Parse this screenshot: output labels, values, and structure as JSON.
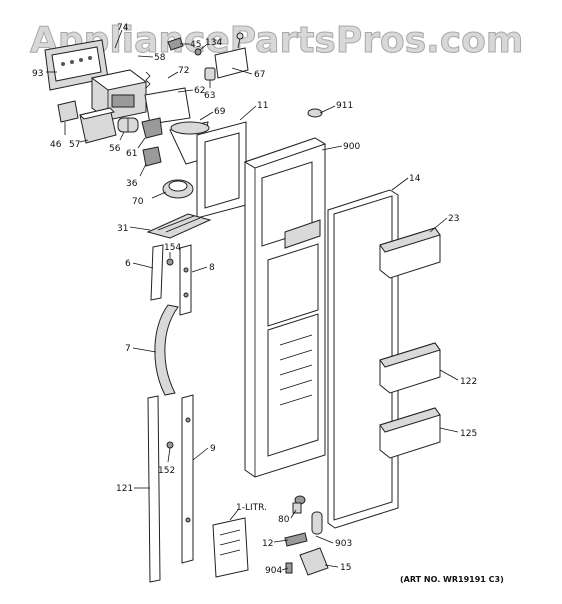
{
  "watermark": "AppliancePartsPros.com",
  "art_number": "(ART NO. WR19191 C3)",
  "callouts": [
    {
      "id": "c74",
      "text": "74"
    },
    {
      "id": "c45",
      "text": "45"
    },
    {
      "id": "c134",
      "text": "134"
    },
    {
      "id": "c58",
      "text": "58"
    },
    {
      "id": "c72",
      "text": "72"
    },
    {
      "id": "c67",
      "text": "67"
    },
    {
      "id": "c93",
      "text": "93"
    },
    {
      "id": "c62",
      "text": "62"
    },
    {
      "id": "c63",
      "text": "63"
    },
    {
      "id": "c911",
      "text": "911"
    },
    {
      "id": "c11",
      "text": "11"
    },
    {
      "id": "c69",
      "text": "69"
    },
    {
      "id": "c46",
      "text": "46"
    },
    {
      "id": "c57",
      "text": "57"
    },
    {
      "id": "c56",
      "text": "56"
    },
    {
      "id": "c61",
      "text": "61"
    },
    {
      "id": "c900",
      "text": "900"
    },
    {
      "id": "c36",
      "text": "36"
    },
    {
      "id": "c14",
      "text": "14"
    },
    {
      "id": "c70",
      "text": "70"
    },
    {
      "id": "c23",
      "text": "23"
    },
    {
      "id": "c31",
      "text": "31"
    },
    {
      "id": "c154",
      "text": "154"
    },
    {
      "id": "c6",
      "text": "6"
    },
    {
      "id": "c8",
      "text": "8"
    },
    {
      "id": "c7",
      "text": "7"
    },
    {
      "id": "c122",
      "text": "122"
    },
    {
      "id": "c125",
      "text": "125"
    },
    {
      "id": "c9",
      "text": "9"
    },
    {
      "id": "c152",
      "text": "152"
    },
    {
      "id": "c121",
      "text": "121"
    },
    {
      "id": "c1litr",
      "text": "1-LITR."
    },
    {
      "id": "c80",
      "text": "80"
    },
    {
      "id": "c12",
      "text": "12"
    },
    {
      "id": "c903",
      "text": "903"
    },
    {
      "id": "c904",
      "text": "904"
    },
    {
      "id": "c15",
      "text": "15"
    }
  ]
}
